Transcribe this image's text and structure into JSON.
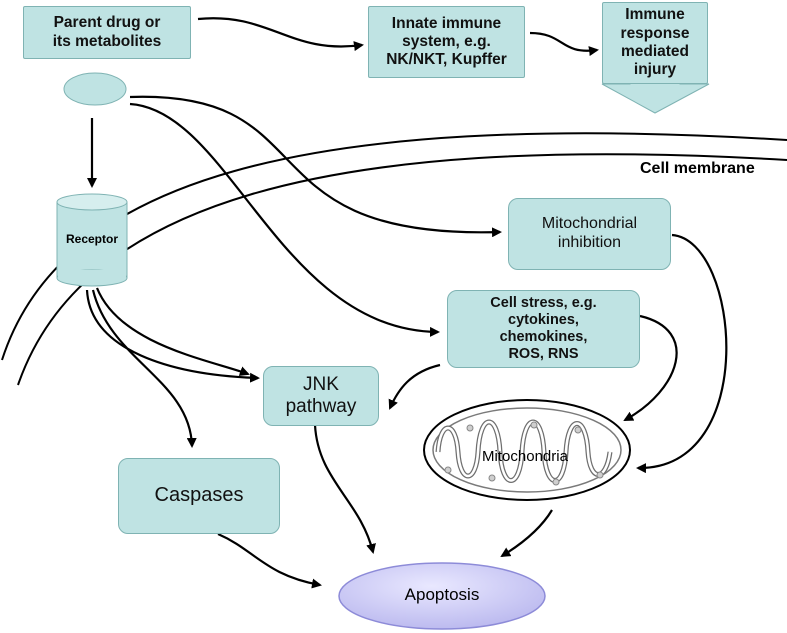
{
  "nodes": {
    "parent_drug": "Parent drug or\nits metabolites",
    "innate_immune": "Innate immune\nsystem, e.g.\nNK/NKT, Kupffer",
    "immune_response": "Immune\nresponse\nmediated injury",
    "receptor": "Receptor",
    "mito_inhibition": "Mitochondrial\ninhibition",
    "cell_stress": "Cell stress, e.g.\ncytokines,\nchemokines,\nROS, RNS",
    "jnk": "JNK\npathway",
    "mitochondria": "Mitochondria",
    "caspases": "Caspases",
    "apoptosis": "Apoptosis"
  },
  "labels": {
    "cell_membrane": "Cell membrane"
  },
  "colors": {
    "box_fill": "#bfe3e3",
    "box_border": "#7fb3b3",
    "apoptosis_fill": "#c9c8f2",
    "arrow": "#000000"
  }
}
